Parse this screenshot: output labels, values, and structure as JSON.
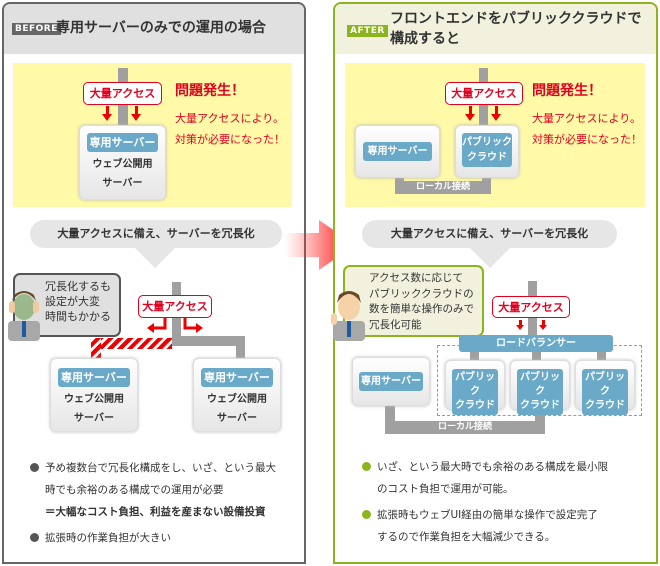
{
  "before": {
    "tag": "BEFORE",
    "title": "専用サーバーのみでの運用の場合",
    "top": {
      "access_label": "大量アクセス",
      "problem_title": "問題発生！",
      "problem_lines": [
        "大量アクセスにより。",
        "対策が必要になった！"
      ],
      "server_label": "専用サーバー",
      "server_lines": [
        "ウェブ公開用",
        "サーバー"
      ]
    },
    "step": "大量アクセスに備え、サーバーを冗長化",
    "bubble": [
      "冗長化するも",
      "設定が大変",
      "時間もかかる"
    ],
    "bottom": {
      "access_label": "大量アクセス",
      "servers": [
        {
          "label": "専用サーバー",
          "lines": [
            "ウェブ公開用",
            "サーバー"
          ]
        },
        {
          "label": "専用サーバー",
          "lines": [
            "ウェブ公開用",
            "サーバー"
          ]
        }
      ]
    },
    "bullets": [
      {
        "lines": [
          "予め複数台で冗長化構成をし、いざ、という最大",
          "時でも余裕のある構成での運用が必要"
        ],
        "emphasis": "＝大幅なコスト負担、利益を産まない設備投資"
      },
      {
        "lines": [
          "拡張時の作業負担が大きい"
        ]
      }
    ]
  },
  "after": {
    "tag": "AFTER",
    "title_lines": [
      "フロントエンドをパブリッククラウドで",
      "構成すると"
    ],
    "top": {
      "access_label": "大量アクセス",
      "problem_title": "問題発生！",
      "problem_lines": [
        "大量アクセスにより。",
        "対策が必要になった！"
      ],
      "server_label": "専用サーバー",
      "cloud_lines": [
        "パブリック",
        "クラウド"
      ],
      "local_label": "ローカル接続"
    },
    "step": "大量アクセスに備え、サーバーを冗長化",
    "bubble": [
      "アクセス数に応じて",
      "パブリッククラウドの",
      "数を簡単な操作のみで",
      "冗長化可能"
    ],
    "bottom": {
      "access_label": "大量アクセス",
      "load_balancer": "ロードバランサー",
      "server_label": "専用サーバー",
      "clouds": [
        [
          "パブリック",
          "クラウド"
        ],
        [
          "パブリック",
          "クラウド"
        ],
        [
          "パブリック",
          "クラウド"
        ]
      ],
      "local_label": "ローカル接続"
    },
    "bullets": [
      {
        "lines": [
          "いざ、という最大時でも余裕のある構成を最小限",
          "のコスト負担で運用が可能。"
        ]
      },
      {
        "lines": [
          "拡張時もウェブUI経由の簡単な操作で設定完了",
          "するので作業負担を大幅減少できる。"
        ]
      }
    ]
  },
  "colors": {
    "before_border": "#666666",
    "after_border": "#8cb41e",
    "alert": "#e00020",
    "server_blue": "#6aaac8",
    "highlight": "#fff9a8"
  }
}
